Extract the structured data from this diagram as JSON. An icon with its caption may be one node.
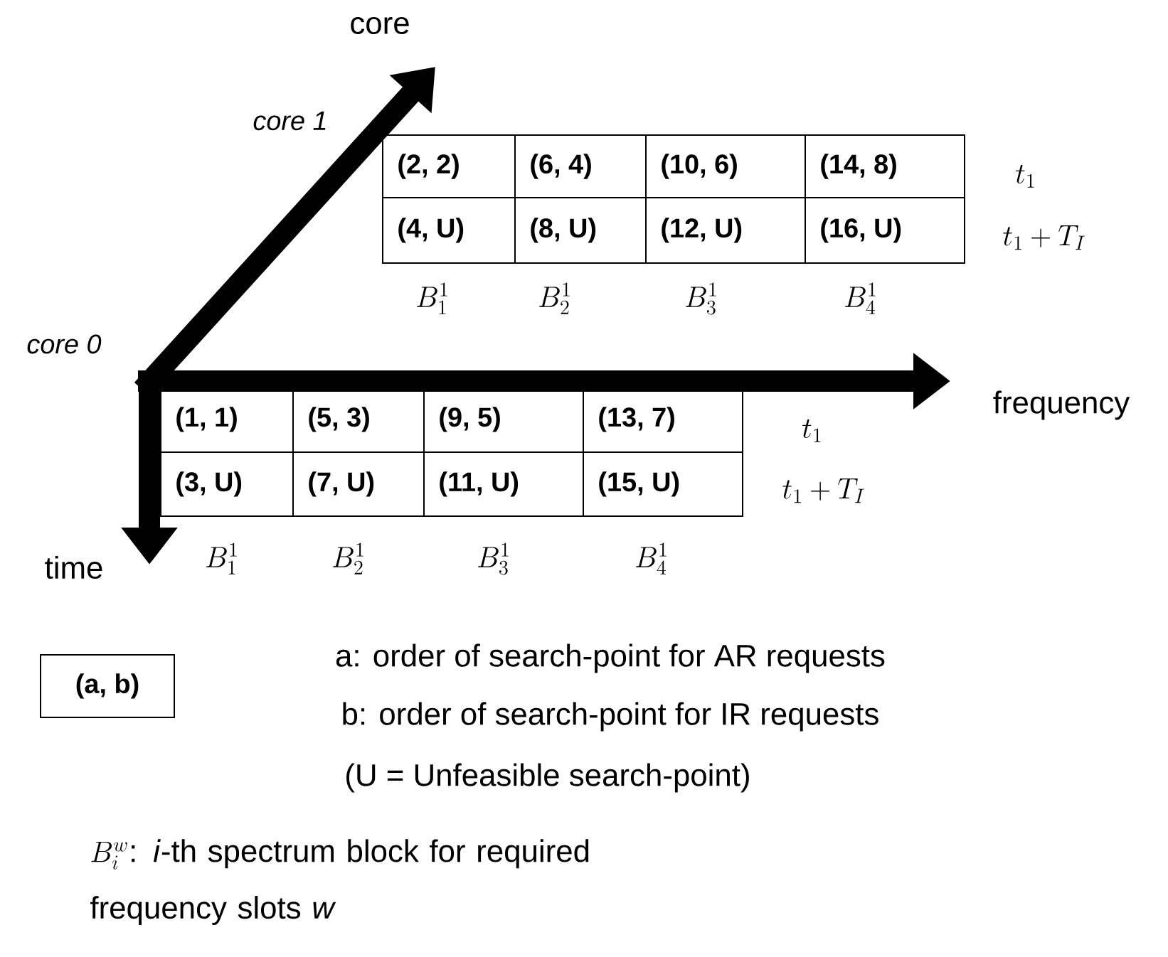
{
  "diagram": {
    "nodes": [
      {
        "text": [
          "(a, b)"
        ]
      }
    ],
    "labels": [
      "core",
      "core 1",
      "(2, 2)",
      "(6, 4)",
      "(10, 6)",
      "(14, 8)",
      "(4, U)",
      "(8, U)",
      "(12, U)",
      "(16, U)",
      "t_1",
      "t_1 + T_I",
      "B_1^1",
      "B_2^1",
      "B_3^1",
      "B_4^1",
      "core 0",
      "frequency",
      "(1, 1)",
      "(5, 3)",
      "(9, 5)",
      "(13, 7)",
      "(3, U)",
      "(7, U)",
      "(11, U)",
      "(15, U)",
      "t_1",
      "t_1 + T_I",
      "time",
      "B_1^1",
      "B_2^1",
      "B_3^1",
      "B_4^1",
      "a: order of search-point for AR requests",
      "b: order of search-point for IR requests",
      "(U = Unfeasible search-point)",
      "B_i^w",
      ": *i*-th spectrum block for required frequency slots *w*"
    ]
  }
}
